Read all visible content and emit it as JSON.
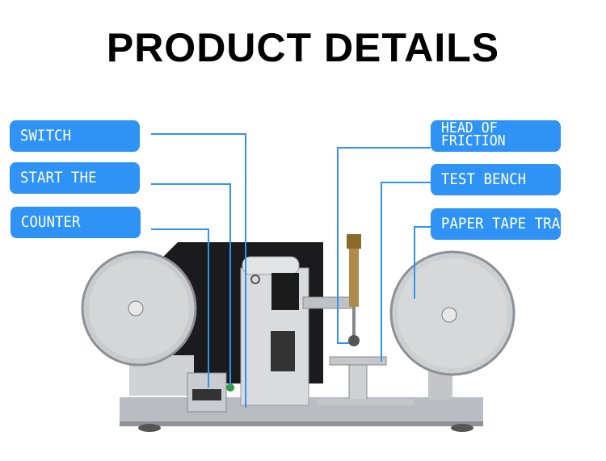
{
  "title": "PRODUCT DETAILS",
  "labels_left": [
    {
      "text": "SWITCH"
    },
    {
      "text": "START THE"
    },
    {
      "text": "COUNTER"
    }
  ],
  "labels_right": [
    {
      "line1": "HEAD OF",
      "line2": "FRICTION"
    },
    {
      "text": "TEST BENCH"
    },
    {
      "text": "PAPER TAPE TRAY"
    }
  ],
  "colors": {
    "accent": "#2e93f5",
    "title": "#000000"
  }
}
